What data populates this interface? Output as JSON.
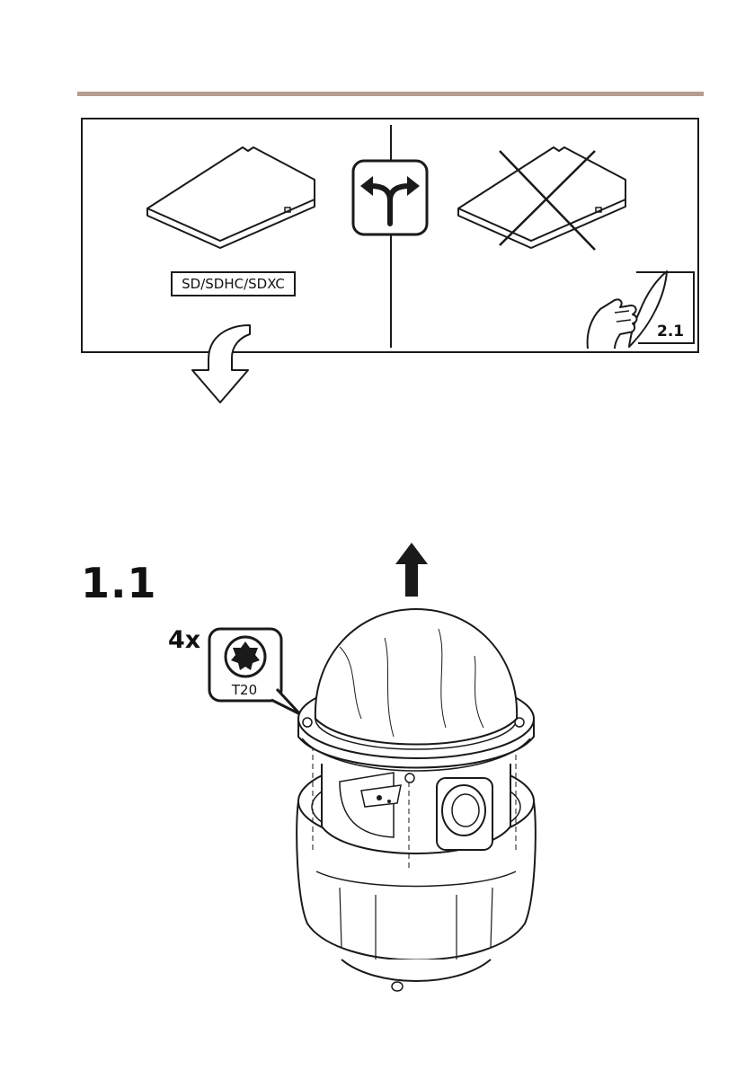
{
  "header": {
    "rule_color": "#b59d90"
  },
  "sd_panel": {
    "supported_label": "SD/SDHC/SDXC",
    "page_reference": "2.1",
    "icons": {
      "supported_card": "sd-card-icon",
      "choice": "fork-arrow-icon",
      "unsupported_card": "crossed-card-icon",
      "page_turn": "page-turn-hand-icon",
      "continue": "down-arrow-icon"
    }
  },
  "step": {
    "number": "1.1",
    "screw_quantity": "4x",
    "tool_label": "T20",
    "icons": {
      "lift": "up-arrow-icon",
      "tool": "torx-bit-icon",
      "device": "ptz-dome-camera-icon"
    }
  }
}
